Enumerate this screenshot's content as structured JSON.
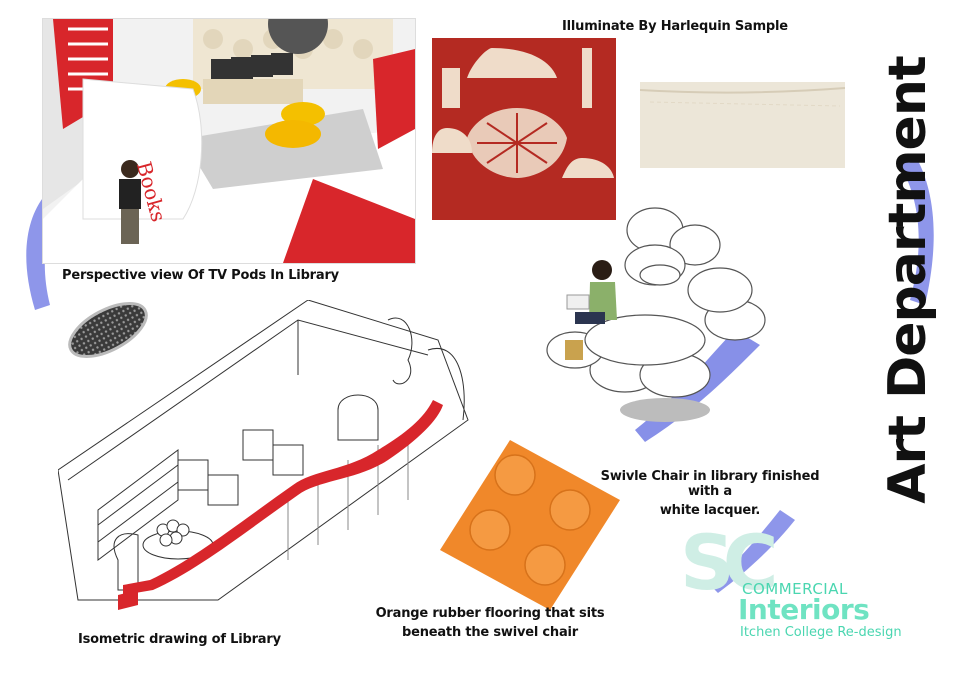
{
  "page": {
    "title": "Art Department"
  },
  "captions": {
    "perspective": "Perspective view Of TV Pods In Library",
    "harlequin": "Illuminate By Harlequin Sample",
    "swivel_line1": "Swivle Chair in library finished with a",
    "swivel_line2": "white lacquer.",
    "isometric": "Isometric drawing of Library",
    "orange_line1": "Orange rubber flooring that sits",
    "orange_line2": "beneath the swivel chair"
  },
  "perspective_sign": "Books",
  "logo": {
    "monogram": "SC",
    "line1": "COMMERCIAL",
    "line2": "Interiors",
    "line3": "Itchen College Re-design"
  },
  "colors": {
    "accent_red": "#d8262b",
    "blue_stroke": "#7a84e6",
    "orange_floor": "#f0882a",
    "wallpaper_red": "#b42a22",
    "leather": "#ece6d8",
    "logo_mint": "#4ad6b0",
    "title": "#111111"
  },
  "icons": {
    "clock": "wall-clock-icon",
    "girl": "person-reading-icon"
  }
}
